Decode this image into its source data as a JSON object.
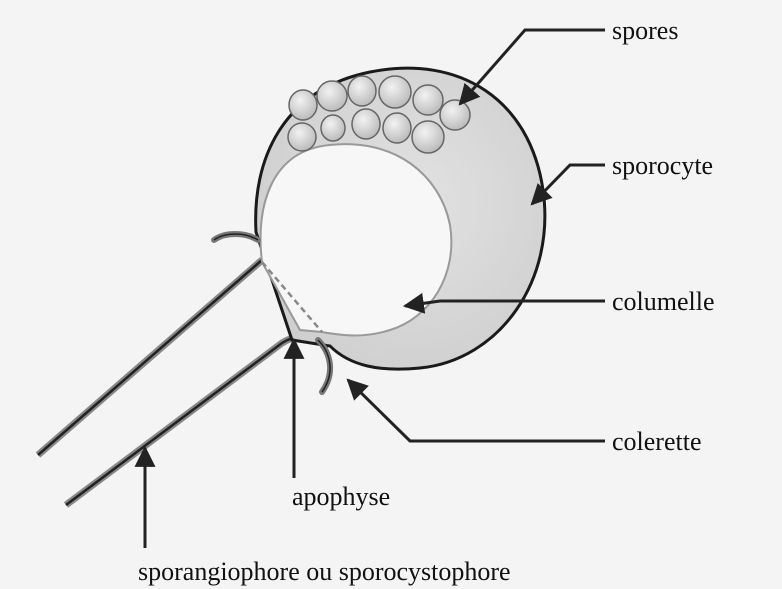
{
  "diagram": {
    "labels": {
      "spores": "spores",
      "sporocyte": "sporocyte",
      "columelle": "columelle",
      "colerette": "colerette",
      "apophyse": "apophyse",
      "sporangiophore": "sporangiophore ou sporocystophore"
    }
  }
}
